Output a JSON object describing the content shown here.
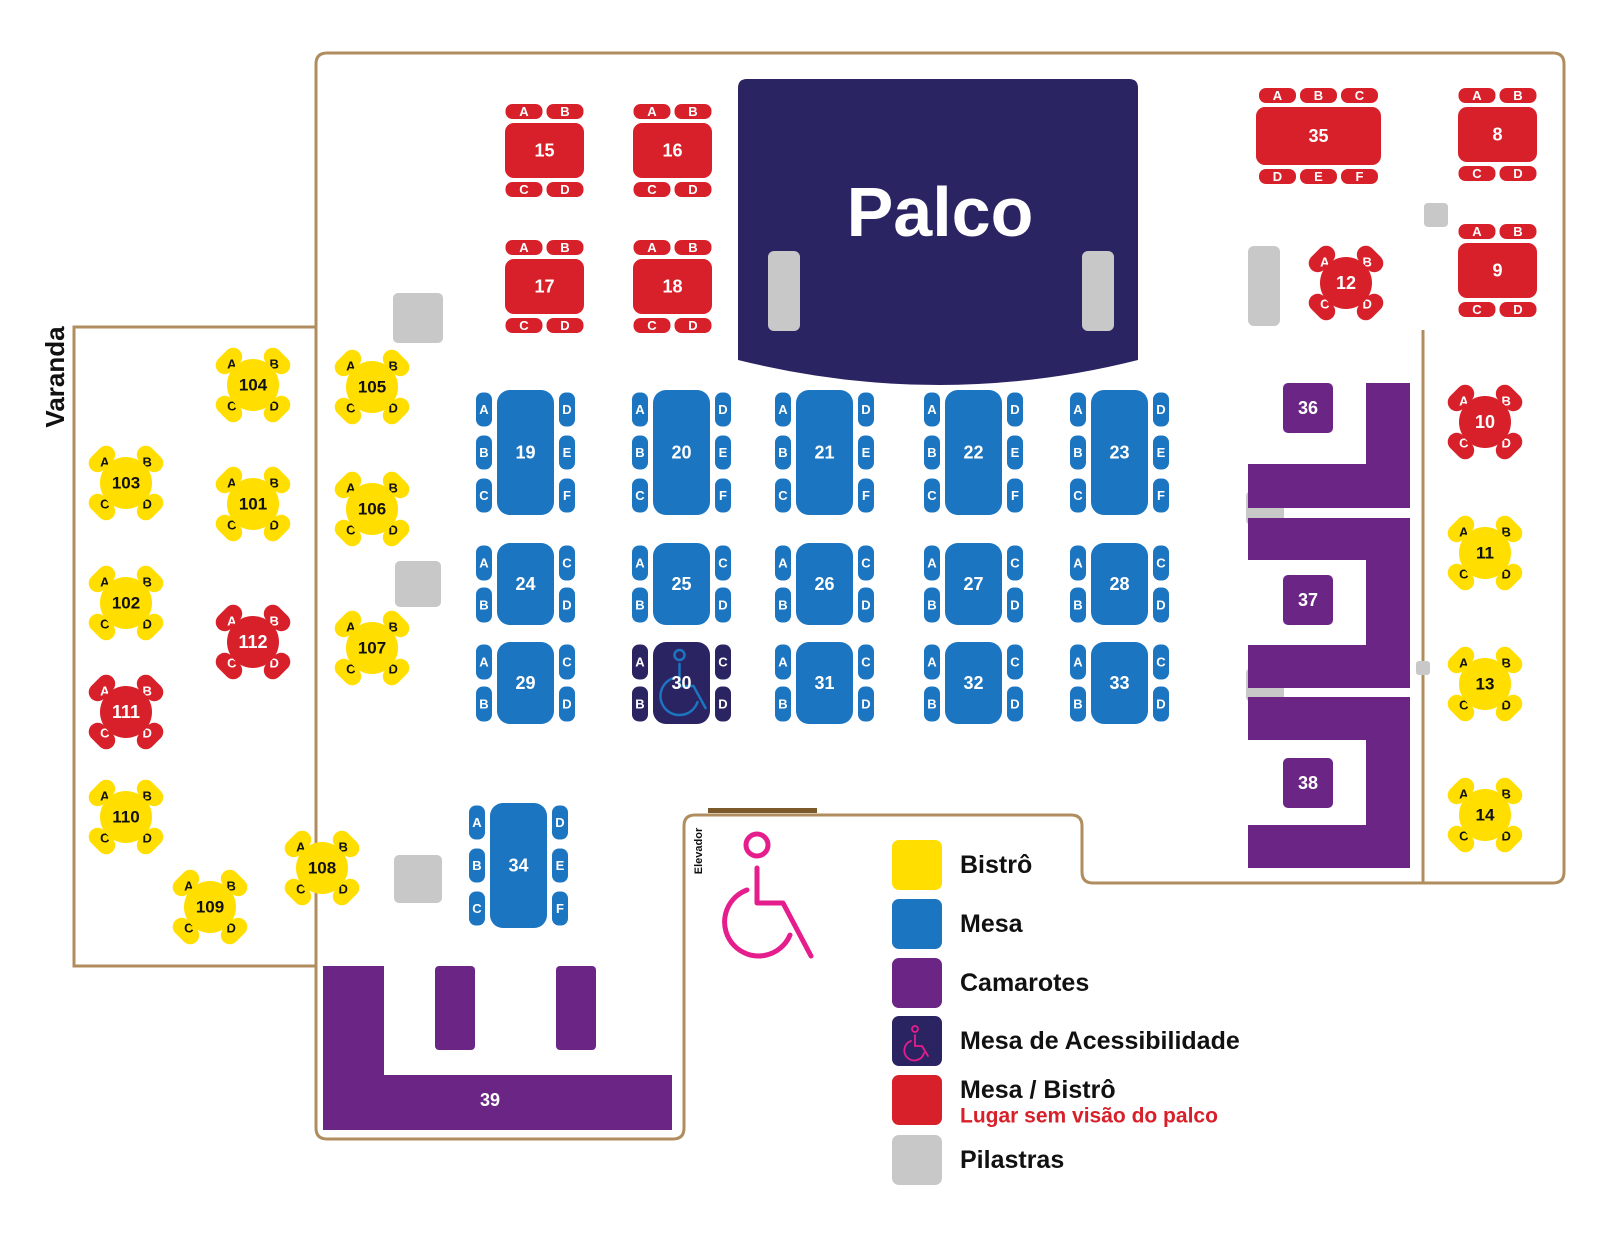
{
  "stage": {
    "label": "Palco"
  },
  "areas": {
    "varanda": "Varanda",
    "elevador": "Elevador"
  },
  "colors": {
    "bistro": "#ffde00",
    "mesa": "#1b75c0",
    "camarote": "#6a2585",
    "acessibilidade": "#2b2462",
    "sem_visao": "#d8202a",
    "pilastra": "#c8c8c8",
    "stage": "#2b2462",
    "wall": "#b08d5e",
    "access_icon": "#e61d8c"
  },
  "legend": [
    {
      "key": "bistro",
      "label": "Bistrô"
    },
    {
      "key": "mesa",
      "label": "Mesa"
    },
    {
      "key": "camarote",
      "label": "Camarotes"
    },
    {
      "key": "acessibilidade",
      "label": "Mesa de Acessibilidade"
    },
    {
      "key": "sem_visao",
      "label": "Mesa / Bistrô",
      "sub": "Lugar sem visão do palco"
    },
    {
      "key": "pilastra",
      "label": "Pilastras"
    }
  ],
  "red_rect_tables": [
    {
      "num": "15",
      "top": [
        "A",
        "B"
      ],
      "bottom": [
        "C",
        "D"
      ]
    },
    {
      "num": "16",
      "top": [
        "A",
        "B"
      ],
      "bottom": [
        "C",
        "D"
      ]
    },
    {
      "num": "17",
      "top": [
        "A",
        "B"
      ],
      "bottom": [
        "C",
        "D"
      ]
    },
    {
      "num": "18",
      "top": [
        "A",
        "B"
      ],
      "bottom": [
        "C",
        "D"
      ]
    },
    {
      "num": "35",
      "top": [
        "A",
        "B",
        "C"
      ],
      "bottom": [
        "D",
        "E",
        "F"
      ]
    },
    {
      "num": "8",
      "top": [
        "A",
        "B"
      ],
      "bottom": [
        "C",
        "D"
      ]
    },
    {
      "num": "9",
      "top": [
        "A",
        "B"
      ],
      "bottom": [
        "C",
        "D"
      ]
    }
  ],
  "blue_long_tables": [
    {
      "num": "19",
      "left": [
        "A",
        "B",
        "C"
      ],
      "right": [
        "D",
        "E",
        "F"
      ]
    },
    {
      "num": "20",
      "left": [
        "A",
        "B",
        "C"
      ],
      "right": [
        "D",
        "E",
        "F"
      ]
    },
    {
      "num": "21",
      "left": [
        "A",
        "B",
        "C"
      ],
      "right": [
        "D",
        "E",
        "F"
      ]
    },
    {
      "num": "22",
      "left": [
        "A",
        "B",
        "C"
      ],
      "right": [
        "D",
        "E",
        "F"
      ]
    },
    {
      "num": "23",
      "left": [
        "A",
        "B",
        "C"
      ],
      "right": [
        "D",
        "E",
        "F"
      ]
    },
    {
      "num": "34",
      "left": [
        "A",
        "B",
        "C"
      ],
      "right": [
        "D",
        "E",
        "F"
      ]
    }
  ],
  "blue_short_tables": [
    {
      "num": "24",
      "left": [
        "A",
        "B"
      ],
      "right": [
        "C",
        "D"
      ]
    },
    {
      "num": "25",
      "left": [
        "A",
        "B"
      ],
      "right": [
        "C",
        "D"
      ]
    },
    {
      "num": "26",
      "left": [
        "A",
        "B"
      ],
      "right": [
        "C",
        "D"
      ]
    },
    {
      "num": "27",
      "left": [
        "A",
        "B"
      ],
      "right": [
        "C",
        "D"
      ]
    },
    {
      "num": "28",
      "left": [
        "A",
        "B"
      ],
      "right": [
        "C",
        "D"
      ]
    },
    {
      "num": "29",
      "left": [
        "A",
        "B"
      ],
      "right": [
        "C",
        "D"
      ]
    },
    {
      "num": "30",
      "left": [
        "A",
        "B"
      ],
      "right": [
        "C",
        "D"
      ],
      "accessible": true
    },
    {
      "num": "31",
      "left": [
        "A",
        "B"
      ],
      "right": [
        "C",
        "D"
      ]
    },
    {
      "num": "32",
      "left": [
        "A",
        "B"
      ],
      "right": [
        "C",
        "D"
      ]
    },
    {
      "num": "33",
      "left": [
        "A",
        "B"
      ],
      "right": [
        "C",
        "D"
      ]
    }
  ],
  "round_tables": [
    {
      "num": "104",
      "type": "bistro",
      "seats": [
        "A",
        "B",
        "C",
        "D"
      ]
    },
    {
      "num": "105",
      "type": "bistro",
      "seats": [
        "A",
        "B",
        "C",
        "D"
      ]
    },
    {
      "num": "103",
      "type": "bistro",
      "seats": [
        "A",
        "B",
        "C",
        "D"
      ]
    },
    {
      "num": "101",
      "type": "bistro",
      "seats": [
        "A",
        "B",
        "C",
        "D"
      ]
    },
    {
      "num": "106",
      "type": "bistro",
      "seats": [
        "A",
        "B",
        "C",
        "D"
      ]
    },
    {
      "num": "102",
      "type": "bistro",
      "seats": [
        "A",
        "B",
        "C",
        "D"
      ]
    },
    {
      "num": "112",
      "type": "sem_visao",
      "seats": [
        "A",
        "B",
        "C",
        "D"
      ]
    },
    {
      "num": "107",
      "type": "bistro",
      "seats": [
        "A",
        "B",
        "C",
        "D"
      ]
    },
    {
      "num": "111",
      "type": "sem_visao",
      "seats": [
        "A",
        "B",
        "C",
        "D"
      ]
    },
    {
      "num": "110",
      "type": "bistro",
      "seats": [
        "A",
        "B",
        "C",
        "D"
      ]
    },
    {
      "num": "108",
      "type": "bistro",
      "seats": [
        "A",
        "B",
        "C",
        "D"
      ]
    },
    {
      "num": "109",
      "type": "bistro",
      "seats": [
        "A",
        "B",
        "C",
        "D"
      ]
    },
    {
      "num": "12",
      "type": "sem_visao",
      "seats": [
        "A",
        "B",
        "C",
        "D"
      ]
    },
    {
      "num": "10",
      "type": "sem_visao",
      "seats": [
        "A",
        "B",
        "C",
        "D"
      ]
    },
    {
      "num": "11",
      "type": "bistro",
      "seats": [
        "A",
        "B",
        "C",
        "D"
      ]
    },
    {
      "num": "13",
      "type": "bistro",
      "seats": [
        "A",
        "B",
        "C",
        "D"
      ]
    },
    {
      "num": "14",
      "type": "bistro",
      "seats": [
        "A",
        "B",
        "C",
        "D"
      ]
    }
  ],
  "camarotes": [
    {
      "num": "36"
    },
    {
      "num": "37"
    },
    {
      "num": "38"
    },
    {
      "num": "39"
    }
  ]
}
